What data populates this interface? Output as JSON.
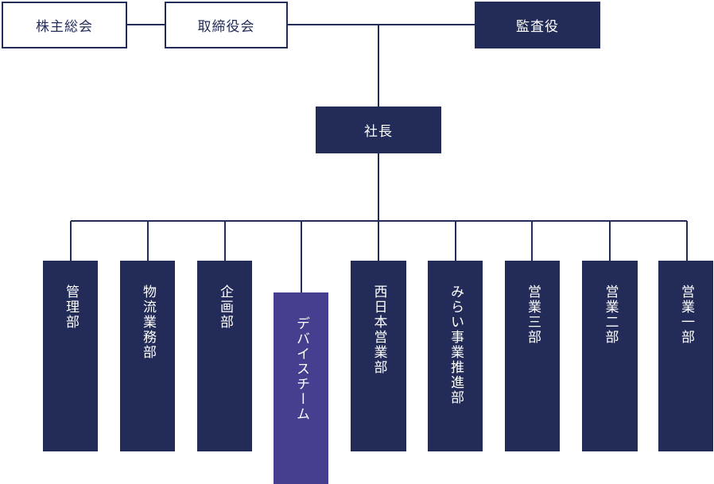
{
  "colors": {
    "navy": "#232c58",
    "accent_purple": "#463f90",
    "line": "#232c58",
    "background": "#ffffff"
  },
  "top": {
    "shareholders": "株主総会",
    "board": "取締役会",
    "auditor": "監査役"
  },
  "president": "社長",
  "departments": [
    {
      "label": "管理部"
    },
    {
      "label": "物流業務部"
    },
    {
      "label": "企画部"
    },
    {
      "label": "デバイスチーム",
      "highlight": true
    },
    {
      "label": "西日本営業部"
    },
    {
      "label": "みらい事業推進部"
    },
    {
      "label": "営業三部"
    },
    {
      "label": "営業二部"
    },
    {
      "label": "営業一部"
    }
  ]
}
